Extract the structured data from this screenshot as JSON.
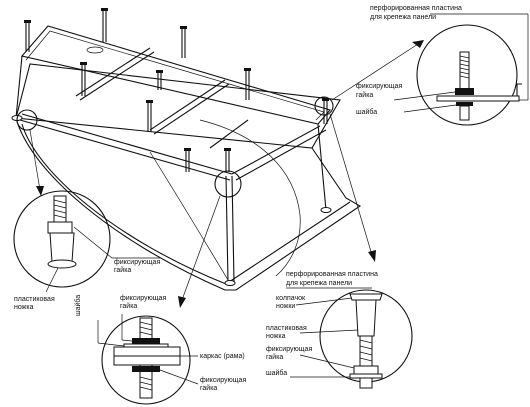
{
  "labels": {
    "topright_plate": [
      "перфорированная пластина",
      "для крепежа панели"
    ],
    "topright_nut": [
      "фиксирующая",
      "гайка"
    ],
    "topright_washer": "шайба",
    "left_nut": [
      "фиксирующая",
      "гайка"
    ],
    "left_leg": [
      "пластиковая",
      "ножка"
    ],
    "mid_washer": "шайба",
    "mid_nut": [
      "фиксирующая",
      "гайка"
    ],
    "mid_frame": "каркас (рама)",
    "mid_nut_bottom": [
      "фиксирующая",
      "гайка"
    ],
    "right_plate": [
      "перфорированная пластина",
      "для крепежа панели"
    ],
    "right_cap": [
      "колпачок",
      "ножки"
    ],
    "right_leg": [
      "пластиковая",
      "ножка"
    ],
    "right_nut": [
      "фиксирующая",
      "гайка"
    ],
    "right_washer": "шайба"
  }
}
